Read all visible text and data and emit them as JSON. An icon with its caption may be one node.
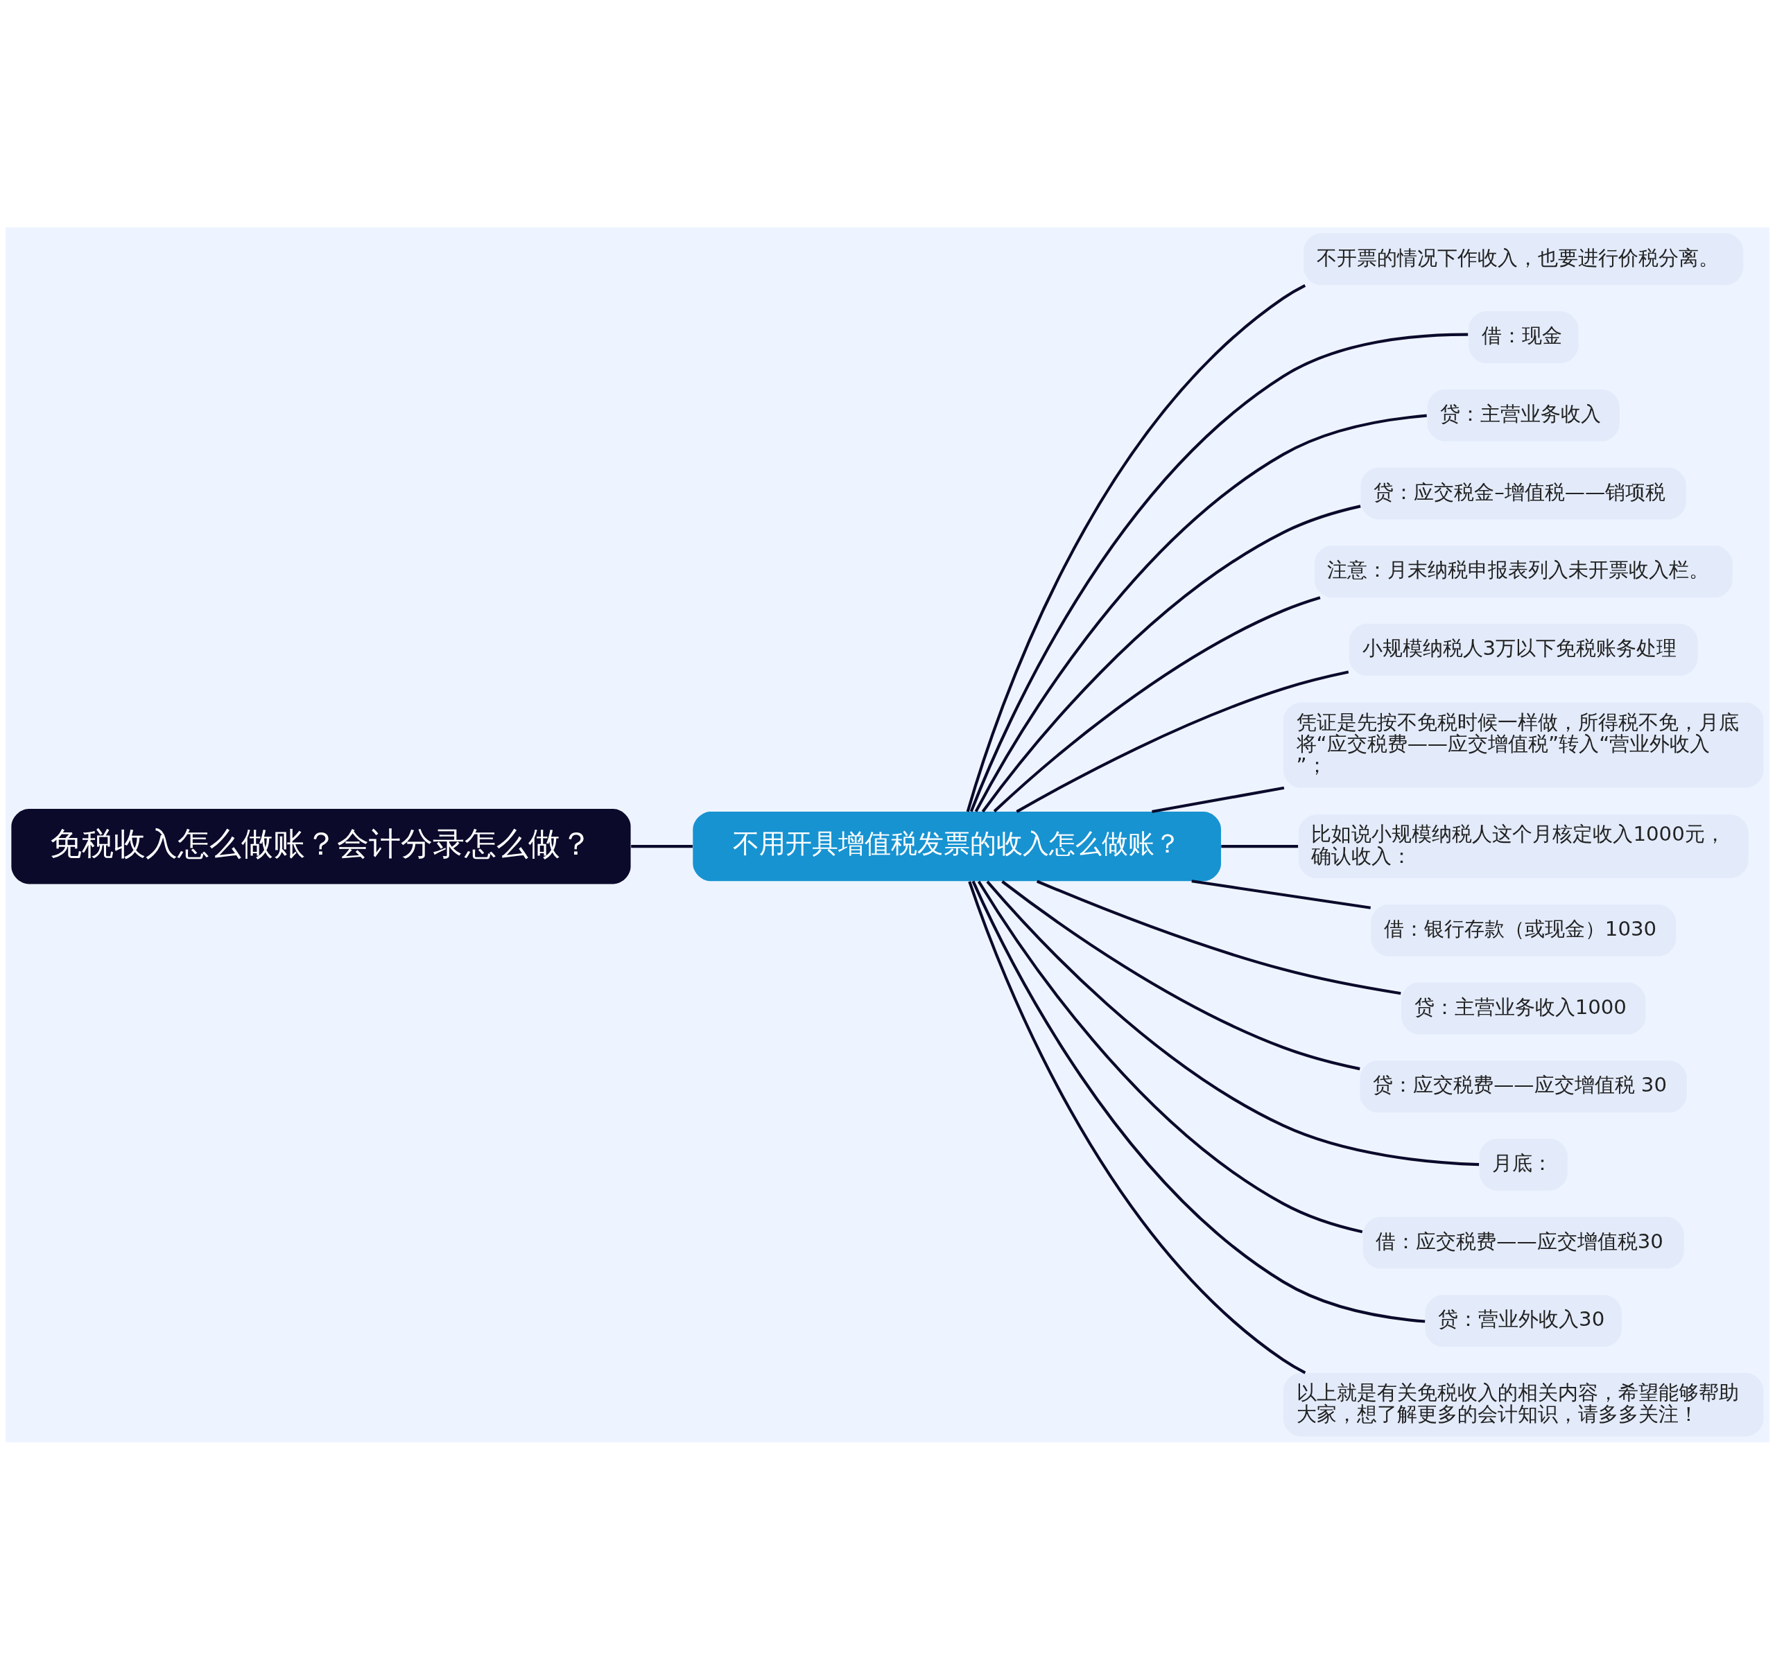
{
  "diagram": {
    "nodes": [
      {
        "text": [
          "免税收入怎么做账？会计分录怎么做？"
        ]
      },
      {
        "text": [
          "不用开具增值税发票的收入怎么做账？"
        ]
      },
      {
        "text": [
          "不开票的情况下作收入，也要进行价税分离。"
        ]
      },
      {
        "text": [
          "借：现金"
        ]
      },
      {
        "text": [
          "贷：主营业务收入"
        ]
      },
      {
        "text": [
          "贷：应交税金–增值税——销项税"
        ]
      },
      {
        "text": [
          "注意：月末纳税申报表列入未开票收入栏。"
        ]
      },
      {
        "text": [
          "小规模纳税人3万以下免税账务处理"
        ]
      },
      {
        "text": [
          "凭证是先按不免税时候一样做，所得税不免，月底将“应交税费——应交增值税”转入“营业外收入”；"
        ]
      },
      {
        "text": [
          "比如说小规模纳税人这个月核定收入1000元，确认收入："
        ]
      },
      {
        "text": [
          "借：银行存款（或现金）1030"
        ]
      },
      {
        "text": [
          "贷：主营业务收入1000"
        ]
      },
      {
        "text": [
          "贷：应交税费——应交增值税 30"
        ]
      },
      {
        "text": [
          "月底："
        ]
      },
      {
        "text": [
          "借：应交税费——应交增值税30"
        ]
      },
      {
        "text": [
          "贷：营业外收入30"
        ]
      },
      {
        "text": [
          "以上就是有关免税收入的相关内容，希望能够帮助大家，想了解更多的会计知识，请多多关注！"
        ]
      }
    ],
    "edges": [
      {
        "from": 0,
        "to": 1,
        "arrow": "none"
      },
      {
        "from": 1,
        "to": 2,
        "arrow": "none"
      },
      {
        "from": 1,
        "to": 3,
        "arrow": "none"
      },
      {
        "from": 1,
        "to": 4,
        "arrow": "none"
      },
      {
        "from": 1,
        "to": 5,
        "arrow": "none"
      },
      {
        "from": 1,
        "to": 6,
        "arrow": "none"
      },
      {
        "from": 1,
        "to": 7,
        "arrow": "none"
      },
      {
        "from": 1,
        "to": 8,
        "arrow": "none"
      },
      {
        "from": 1,
        "to": 9,
        "arrow": "none"
      },
      {
        "from": 1,
        "to": 10,
        "arrow": "none"
      },
      {
        "from": 1,
        "to": 11,
        "arrow": "none"
      },
      {
        "from": 1,
        "to": 12,
        "arrow": "none"
      },
      {
        "from": 1,
        "to": 13,
        "arrow": "none"
      },
      {
        "from": 1,
        "to": 14,
        "arrow": "none"
      },
      {
        "from": 1,
        "to": 15,
        "arrow": "none"
      },
      {
        "from": 1,
        "to": 16,
        "arrow": "none"
      }
    ]
  }
}
